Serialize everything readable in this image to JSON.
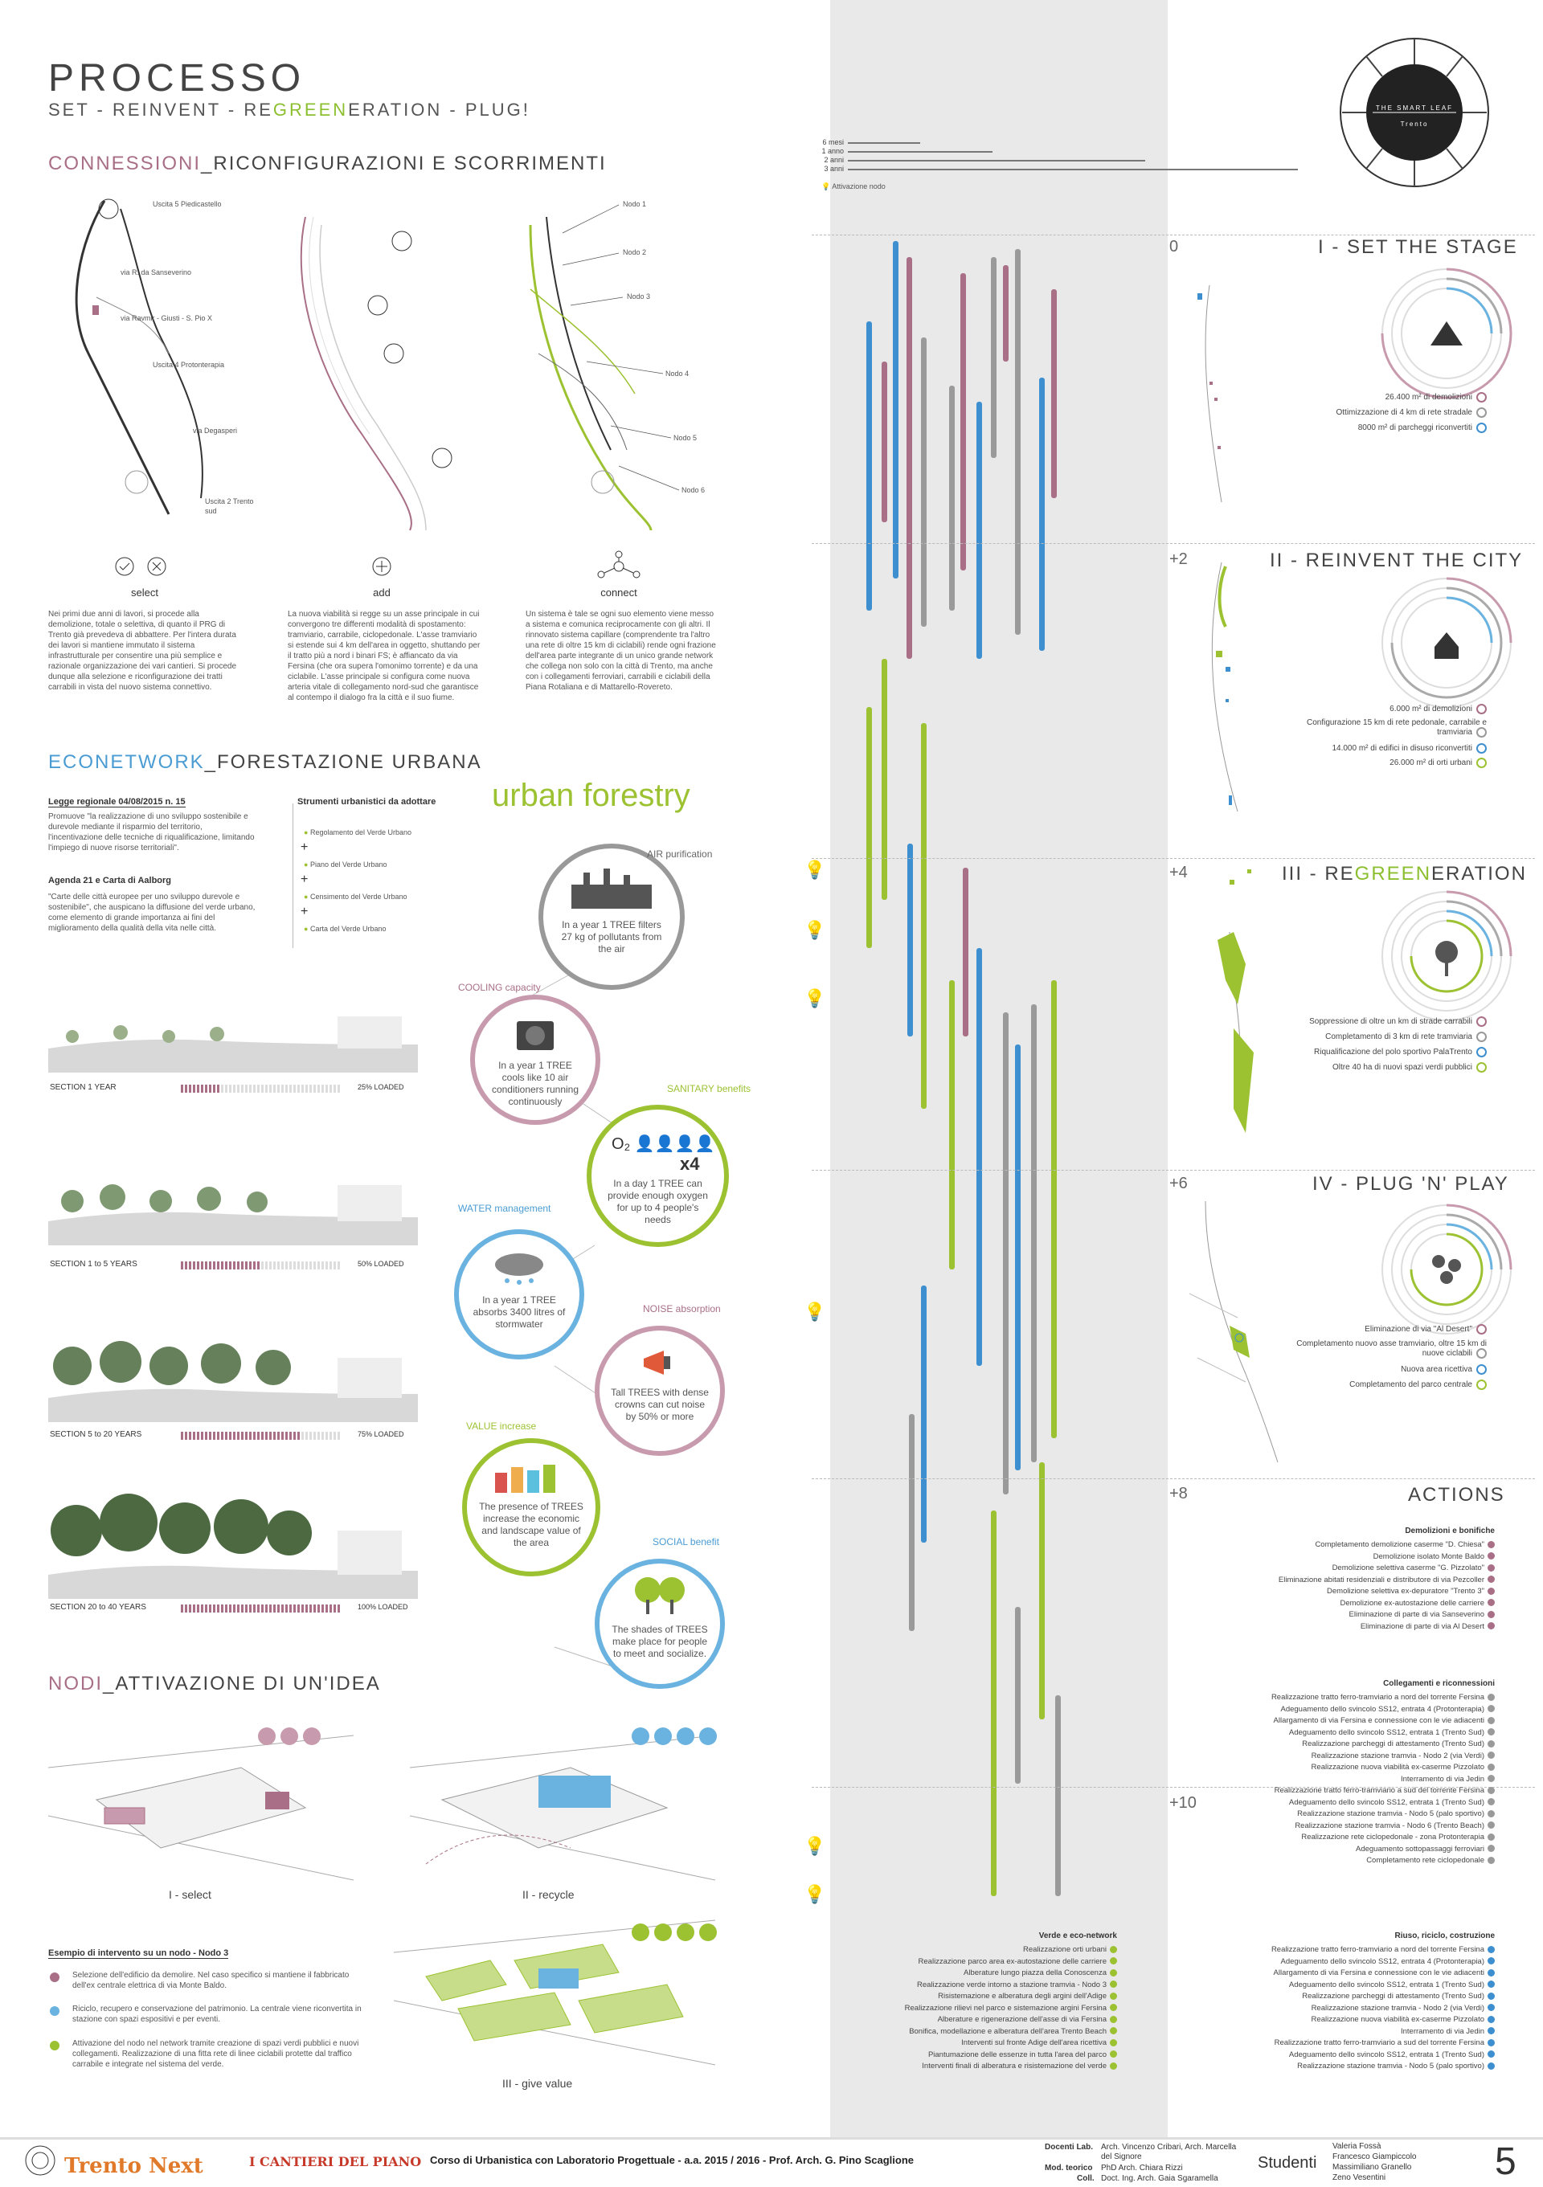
{
  "header": {
    "title": "PROCESSO",
    "subtitle_pre": "SET - REINVENT - RE",
    "subtitle_green": "GREEN",
    "subtitle_post": "ERATION - PLUG!"
  },
  "logo": {
    "title": "THE SMART LEAF",
    "city": "Trento"
  },
  "connessioni": {
    "title_a": "CONNESSIONI",
    "title_b": "_RICONFIGURAZIONI E SCORRIMENTI",
    "map_labels": [
      "Uscita 5 Piedicastello",
      "via R. da Sanseverino",
      "via Ravmir - Giusti - S. Pio X",
      "Uscita 4 Protonterapia",
      "via Degasperi",
      "Uscita 2 Trento sud"
    ],
    "node_labels": [
      "Nodo 1",
      "Nodo 2",
      "Nodo 3",
      "Nodo 4",
      "Nodo 5",
      "Nodo 6"
    ],
    "steps": [
      {
        "label": "select",
        "text": "Nei primi due anni di lavori, si procede alla demolizione, totale o selettiva, di quanto il PRG di Trento già prevedeva di abbattere. Per l'intera durata dei lavori si mantiene immutato il sistema infrastrutturale per consentire una più semplice e razionale organizzazione dei vari cantieri. Si procede dunque alla selezione e riconfigurazione dei tratti carrabili in vista del nuovo sistema connettivo."
      },
      {
        "label": "add",
        "text": "La nuova viabilità si regge su un asse principale in cui convergono tre differenti modalità di spostamento: tramviario, carrabile, ciclopedonale. L'asse tramviario si estende sui 4 km dell'area in oggetto, shuttando per il tratto più a nord i binari FS; è affiancato da via Fersina (che ora supera l'omonimo torrente) e da una ciclabile. L'asse principale si configura come nuova arteria vitale di collegamento nord-sud che garantisce al contempo il dialogo fra la città e il suo fiume."
      },
      {
        "label": "connect",
        "text": "Un sistema è tale se ogni suo elemento viene messo a sistema e comunica reciprocamente con gli altri. Il rinnovato sistema capillare (comprendente tra l'altro una rete di oltre 15 km di ciclabili) rende ogni frazione dell'area parte integrante di un unico grande network che collega non solo con la città di Trento, ma anche con i collegamenti ferroviari, carrabili e ciclabili della Piana Rotaliana e di Mattarello-Rovereto."
      }
    ]
  },
  "econetwork": {
    "title_a": "ECONETWORK",
    "title_b": "_FORESTAZIONE URBANA",
    "law_title": "Legge regionale 04/08/2015 n. 15",
    "law_text": "Promuove \"la realizzazione di uno sviluppo sostenibile e durevole mediante il risparmio del territorio, l'incentivazione delle tecniche di riqualificazione, limitando l'impiego di nuove risorse territoriali\".",
    "agenda_title": "Agenda 21 e Carta di Aalborg",
    "agenda_text": "\"Carte delle città europee per uno sviluppo durevole e sostenibile\", che auspicano la diffusione del verde urbano, come elemento di grande importanza ai fini del miglioramento della qualità della vita nelle città.",
    "tools_title": "Strumenti urbanistici da adottare",
    "tools": [
      "Regolamento del Verde Urbano",
      "Piano del Verde Urbano",
      "Censimento del Verde Urbano",
      "Carta del Verde Urbano"
    ],
    "sections": [
      {
        "label": "SECTION 1 YEAR",
        "loaded": "25% LOADED",
        "fraction": 0.25
      },
      {
        "label": "SECTION 1 to 5 YEARS",
        "loaded": "50% LOADED",
        "fraction": 0.5
      },
      {
        "label": "SECTION 5 to 20 YEARS",
        "loaded": "75% LOADED",
        "fraction": 0.75
      },
      {
        "label": "SECTION 20 to 40 YEARS",
        "loaded": "100% LOADED",
        "fraction": 1.0
      }
    ],
    "forestry_title": "urban forestry",
    "benefits": [
      {
        "head": "AIR purification",
        "text": "In a year 1 TREE filters 27 kg of pollutants from the air"
      },
      {
        "head": "COOLING capacity",
        "text": "In a year 1 TREE cools like 10 air conditioners running continuously"
      },
      {
        "head": "SANITARY benefits",
        "text": "In a day 1 TREE can provide enough oxygen for up to 4 people's needs"
      },
      {
        "head": "WATER management",
        "text": "In a year 1 TREE absorbs 3400 litres of stormwater"
      },
      {
        "head": "NOISE absorption",
        "text": "Tall TREES with dense crowns can cut noise by 50% or more"
      },
      {
        "head": "VALUE increase",
        "text": "The presence of TREES increase the economic and landscape value of the area"
      },
      {
        "head": "SOCIAL benefit",
        "text": "The shades of TREES make place for people to meet and socialize."
      }
    ],
    "o2_label": "x4"
  },
  "nodi": {
    "title_a": "NODI",
    "title_b": "_ATTIVAZIONE DI UN'IDEA",
    "views": [
      "I - select",
      "II - recycle",
      "III - give value"
    ],
    "example_title": "Esempio di intervento su un nodo - Nodo 3",
    "example_items": [
      "Selezione dell'edificio da demolire. Nel caso specifico si mantiene il fabbricato dell'ex centrale elettrica di via Monte Baldo.",
      "Riciclo, recupero e conservazione del patrimonio. La centrale viene riconvertita in stazione con spazi espositivi e per eventi.",
      "Attivazione del nodo nel network tramite creazione di spazi verdi pubblici e nuovi collegamenti. Realizzazione di una fitta rete di linee ciclabili protette dal traffico carrabile e integrate nel sistema del verde."
    ]
  },
  "timeline": {
    "legend": [
      "6 mesi",
      "1 anno",
      "2 anni",
      "3 anni"
    ],
    "activation": "Attivazione nodo",
    "phases": [
      {
        "num": "0",
        "title": "I - SET THE STAGE",
        "items": [
          "26.400 m² di demolizioni",
          "Ottimizzazione di 4 km di rete stradale",
          "8000 m² di parcheggi riconvertiti"
        ]
      },
      {
        "num": "+2",
        "title": "II - REINVENT THE CITY",
        "items": [
          "6.000 m² di demolizioni",
          "Configurazione 15 km di rete pedonale, carrabile e tramviaria",
          "14.000 m² di edifici in disuso riconvertiti",
          "26.000 m² di orti urbani"
        ]
      },
      {
        "num": "+4",
        "title_pre": "III - RE",
        "title_green": "GREEN",
        "title_post": "ERATION",
        "items": [
          "Soppressione di oltre un km di strade carrabili",
          "Completamento di 3 km di rete tramviaria",
          "Riqualificazione del polo sportivo PalaTrento",
          "Oltre 40 ha di nuovi spazi verdi pubblici"
        ]
      },
      {
        "num": "+6",
        "title": "IV - PLUG 'N' PLAY",
        "items": [
          "Eliminazione di via \"Al Desert\"",
          "Completamento nuovo asse tramviario, oltre 15 km di nuove ciclabili",
          "Nuova area ricettiva",
          "Completamento del parco centrale"
        ]
      }
    ],
    "num8": "+8",
    "num10": "+10"
  },
  "actions": {
    "title": "ACTIONS",
    "demolizioni_title": "Demolizioni e bonifiche",
    "demolizioni": [
      "Completamento demolizione caserme \"D. Chiesa\"",
      "Demolizione isolato Monte Baldo",
      "Demolizione selettiva caserme \"G. Pizzolato\"",
      "Eliminazione abitati residenziali e distributore di via Pezcoller",
      "Demolizione selettiva ex-depuratore \"Trento 3\"",
      "Demolizione ex-autostazione delle carriere",
      "Eliminazione di parte di via Sanseverino",
      "Eliminazione di parte di via Al Desert"
    ],
    "collegamenti_title": "Collegamenti e riconnessioni",
    "collegamenti": [
      "Realizzazione tratto ferro-tramviario a nord del torrente Fersina",
      "Adeguamento dello svincolo SS12, entrata 4 (Protonterapia)",
      "Allargamento di via Fersina e connessione con le vie adiacenti",
      "Adeguamento dello svincolo SS12, entrata 1 (Trento Sud)",
      "Realizzazione parcheggi di attestamento (Trento Sud)",
      "Realizzazione stazione tramvia - Nodo 2 (via Verdi)",
      "Realizzazione nuova viabilità ex-caserme Pizzolato",
      "Interramento di via Jedin",
      "Realizzazione tratto ferro-tramviario a sud del torrente Fersina",
      "Adeguamento dello svincolo SS12, entrata 1 (Trento Sud)",
      "Realizzazione stazione tramvia - Nodo 5 (palo sportivo)",
      "Realizzazione stazione tramvia - Nodo 6 (Trento Beach)",
      "Realizzazione rete ciclopedonale - zona Protonterapia",
      "Adeguamento sottopassaggi ferroviari",
      "Completamento rete ciclopedonale"
    ],
    "verde_title": "Verde e eco-network",
    "verde": [
      "Realizzazione orti urbani",
      "Realizzazione parco area ex-autostazione delle carriere",
      "Alberature lungo piazza della Conoscenza",
      "Realizzazione verde intorno a stazione tramvia - Nodo 3",
      "Risistemazione e alberatura degli argini dell'Adige",
      "Realizzazione rilievi nel parco e sistemazione argini Fersina",
      "Alberature e rigenerazione dell'asse di via Fersina",
      "Bonifica, modellazione e alberatura dell'area Trento Beach",
      "Interventi sul fronte Adige dell'area ricettiva",
      "Piantumazione delle essenze in tutta l'area del parco",
      "Interventi finali di alberatura e risistemazione del verde"
    ],
    "riuso_title": "Riuso, riciclo, costruzione",
    "riuso": [
      "Realizzazione tratto ferro-tramviario a nord del torrente Fersina",
      "Adeguamento dello svincolo SS12, entrata 4 (Protonterapia)",
      "Allargamento di via Fersina e connessione con le vie adiacenti",
      "Adeguamento dello svincolo SS12, entrata 1 (Trento Sud)",
      "Realizzazione parcheggi di attestamento (Trento Sud)",
      "Realizzazione stazione tramvia - Nodo 2 (via Verdi)",
      "Realizzazione nuova viabilità ex-caserme Pizzolato",
      "Interramento di via Jedin",
      "Realizzazione tratto ferro-tramviario a sud del torrente Fersina",
      "Adeguamento dello svincolo SS12, entrata 1 (Trento Sud)",
      "Realizzazione stazione tramvia - Nodo 5 (palo sportivo)"
    ]
  },
  "footer": {
    "brand": "Trento Next",
    "cantieri": "I CANTIERI DEL PIANO",
    "course": "Corso di Urbanistica con Laboratorio Progettuale - a.a. 2015 / 2016 - Prof. Arch. G. Pino Scaglione",
    "docenti_label": "Docenti Lab.",
    "docenti": "Arch. Vincenzo Cribari, Arch. Marcella del Signore",
    "mod_label": "Mod. teorico",
    "mod": "PhD Arch. Chiara Rizzi",
    "coll_label": "Coll.",
    "coll": "Doct. Ing. Arch. Gaia Sgaramella",
    "studenti_label": "Studenti",
    "studenti": [
      "Valeria Fossà",
      "Francesco Giampiccolo",
      "Massimiliano Granello",
      "Zeno Vesentini"
    ],
    "page": "5"
  },
  "colors": {
    "pink": "#a86f86",
    "blue": "#3d8fd0",
    "gray": "#9a9a9a",
    "green": "#9cc232"
  }
}
